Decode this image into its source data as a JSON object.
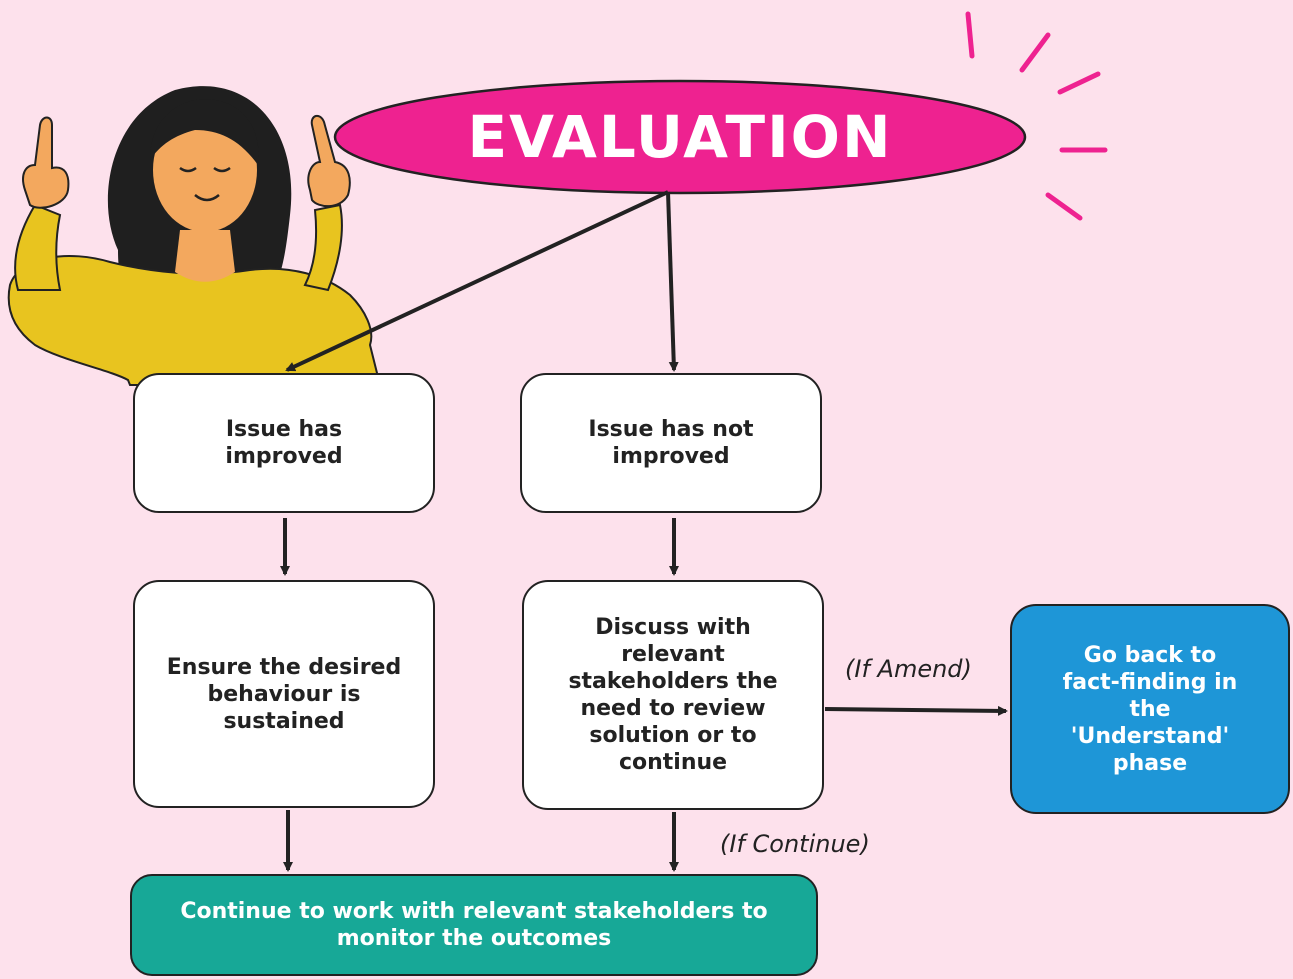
{
  "title": "EVALUATION",
  "nodes": {
    "improved": "Issue has improved",
    "not_improved": "Issue has not improved",
    "sustain": "Ensure the desired behaviour is sustained",
    "discuss": "Discuss with relevant stakeholders the need to review solution or to continue",
    "go_back": "Go back to fact-finding in the 'Understand' phase",
    "continue_work": "Continue to work with relevant stakeholders to monitor the outcomes"
  },
  "edge_labels": {
    "amend": "(If Amend)",
    "continue": "(If Continue)"
  },
  "colors": {
    "background": "#fde1ec",
    "title_ellipse": "#ee2290",
    "go_back_box": "#1e96d7",
    "continue_box": "#17a897",
    "figure_sweater": "#e8c41f"
  }
}
